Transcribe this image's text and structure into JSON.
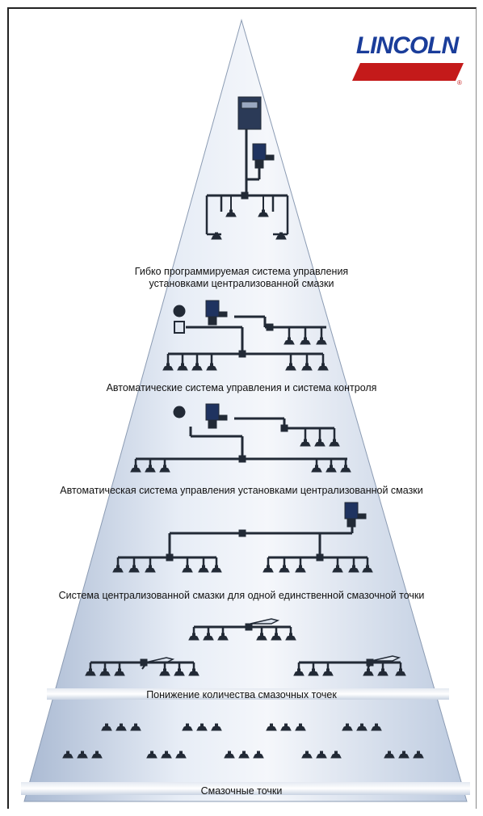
{
  "brand": {
    "name": "LINCOLN",
    "registered": "®",
    "colors": {
      "blue": "#1a3d9a",
      "red": "#c41a1a"
    }
  },
  "levels": [
    {
      "label_lines": [
        "Гибко программируемая система управления",
        "установками централизованной смазки"
      ]
    },
    {
      "label_lines": [
        "Автоматические система управления и система контроля"
      ]
    },
    {
      "label_lines": [
        "Автоматическая система управления установками централизованной смазки"
      ]
    },
    {
      "label_lines": [
        "Система централизованной смазки для одной единственной смазочной точки"
      ]
    },
    {
      "label_lines": [
        "Понижение количества смазочных точек"
      ]
    },
    {
      "label_lines": [
        "Смазочные точки"
      ]
    }
  ],
  "colors": {
    "pyramid_light": "#f2f5fa",
    "pyramid_shade": "#b9c7dc",
    "symbol": "#222a36"
  }
}
